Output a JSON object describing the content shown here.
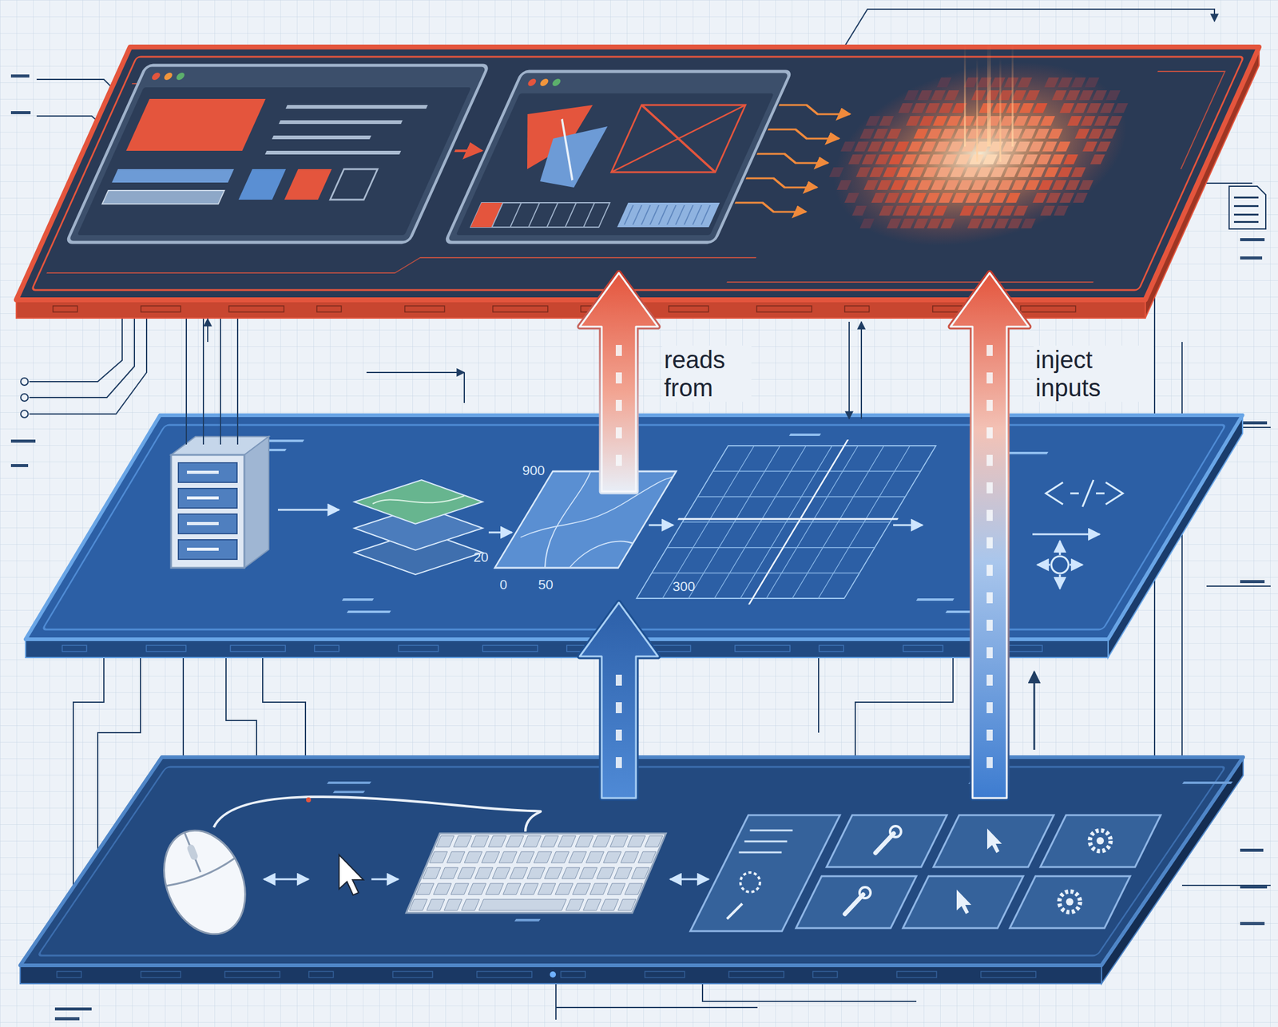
{
  "diagram": {
    "labels": [
      "reads from",
      "inject inputs",
      "900",
      "20",
      "0",
      "50",
      "300"
    ]
  }
}
